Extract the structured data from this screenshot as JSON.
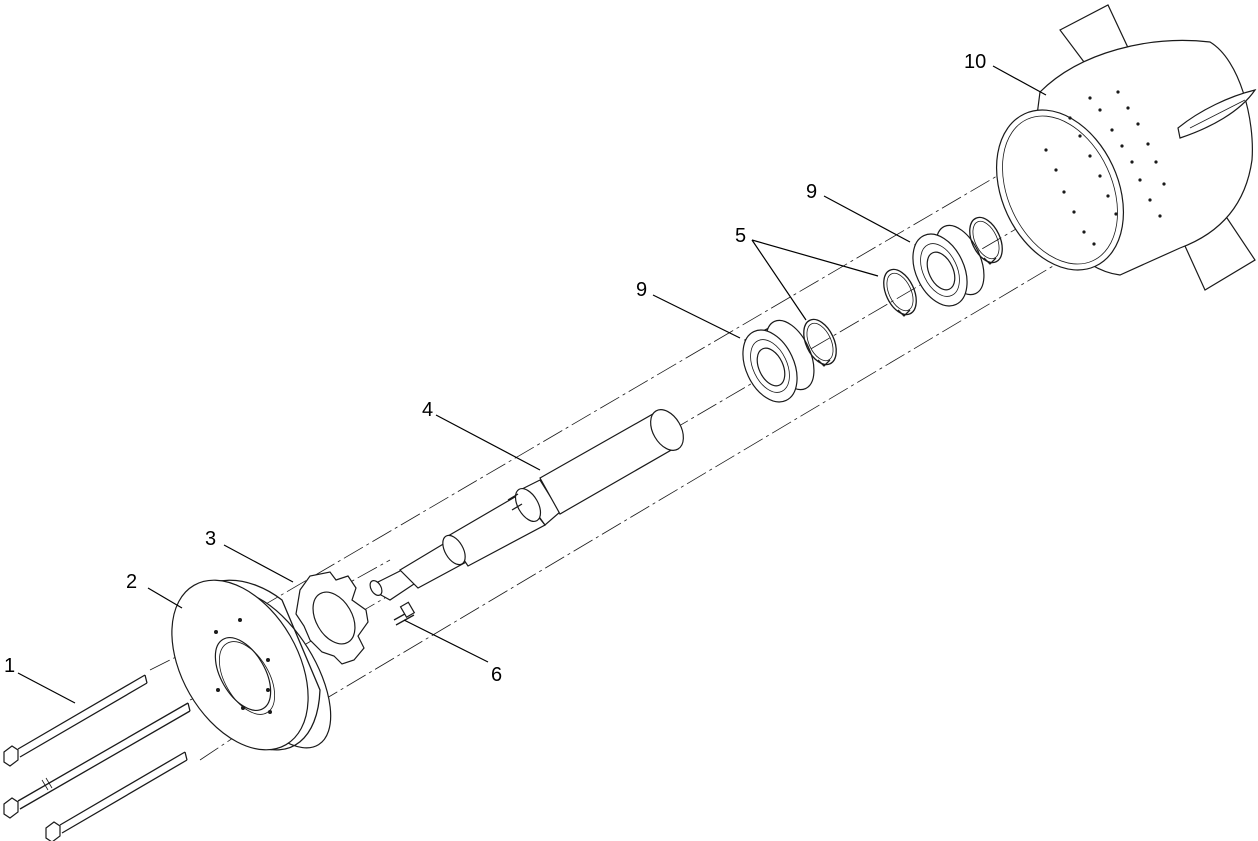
{
  "callouts": {
    "c1": "1",
    "c2": "2",
    "c3": "3",
    "c4": "4",
    "c5": "5",
    "c6": "6",
    "c9a": "9",
    "c9b": "9",
    "c10": "10"
  },
  "colors": {
    "line": "#1a1a1a",
    "background": "#ffffff"
  }
}
